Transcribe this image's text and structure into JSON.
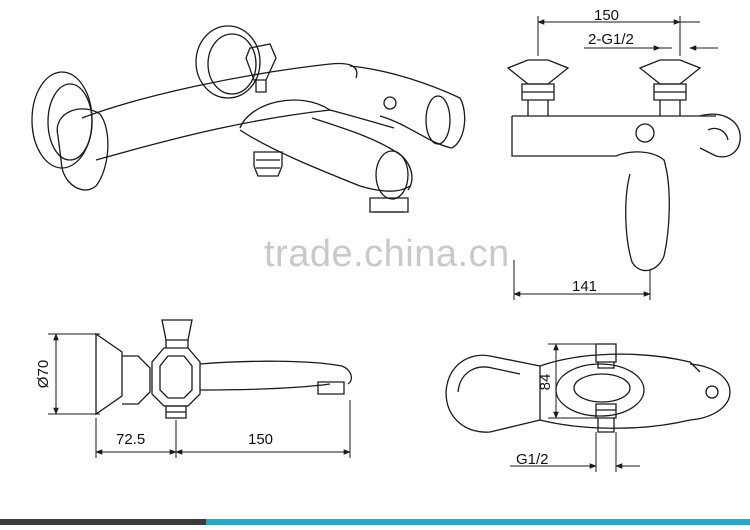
{
  "watermark": "trade.china.cn",
  "dimensions": {
    "right_top_width": "150",
    "right_top_thread": "2-G1/2",
    "right_spout_length": "141",
    "front_diameter": "Ø70",
    "front_offset": "72.5",
    "front_spout": "150",
    "top_height": "84",
    "top_thread": "G1/2"
  },
  "colors": {
    "line": "#1a1a1a",
    "watermark": "#c9c9c9",
    "footer_dark": "#3a3a3a",
    "footer_accent": "#2aa8c8"
  }
}
